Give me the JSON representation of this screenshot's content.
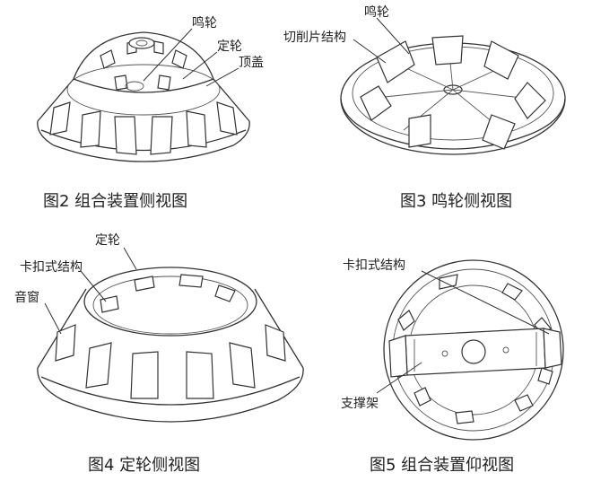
{
  "figures": [
    {
      "caption": "图2   组合装置侧视图",
      "labels": [
        "鸣轮",
        "定轮",
        "顶盖"
      ]
    },
    {
      "caption": "图3   鸣轮侧视图",
      "labels": [
        "鸣轮",
        "切削片结构"
      ]
    },
    {
      "caption": "图4   定轮侧视图",
      "labels": [
        "定轮",
        "卡扣式结构",
        "音窗"
      ]
    },
    {
      "caption": "图5   组合装置仰视图",
      "labels": [
        "卡扣式结构",
        "支撑架"
      ]
    }
  ]
}
